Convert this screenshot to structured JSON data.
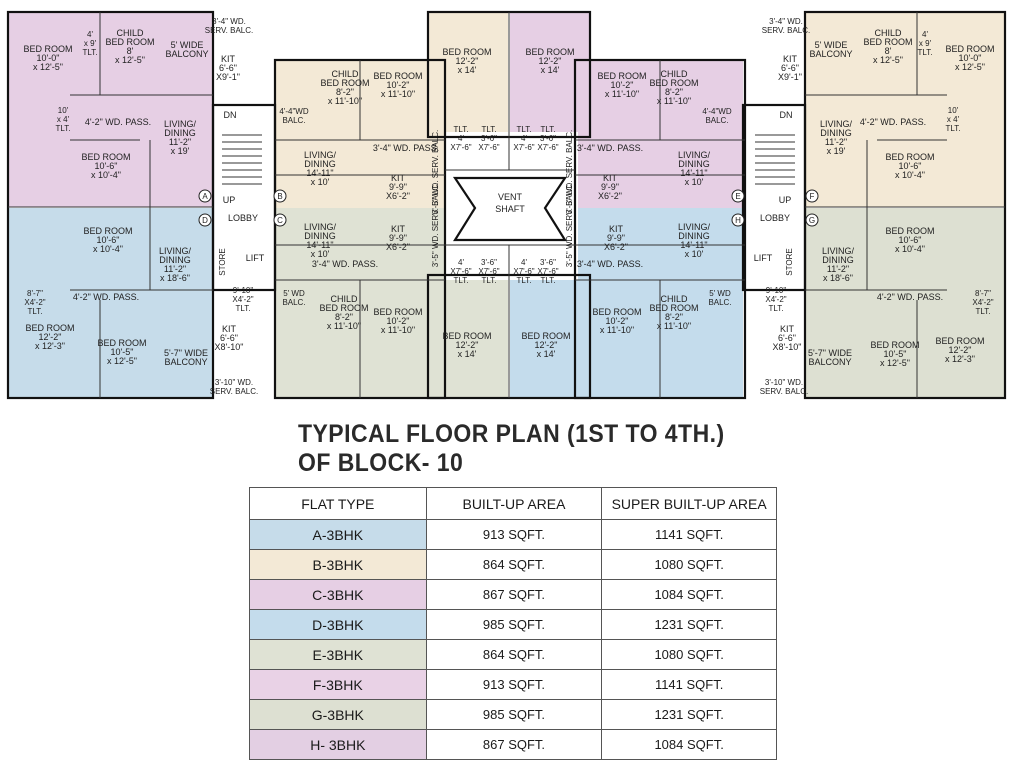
{
  "plan": {
    "colors": {
      "A": "#c6dcea",
      "B": "#f3e9d6",
      "C": "#e6cfe4",
      "D": "#c4dcec",
      "E": "#dfe2d4",
      "F": "#e9d2e6",
      "G": "#dde0d2",
      "H": "#e3cfe3"
    },
    "markers": [
      "A",
      "B",
      "C",
      "D",
      "E",
      "F",
      "G",
      "H"
    ],
    "central": {
      "vent": "VENT",
      "shaft": "SHAFT",
      "lobby_left": "LOBBY",
      "lobby_right": "LOBBY",
      "up_left_top": "UP",
      "up_right_top": "UP",
      "dn_left": "DN",
      "dn_right": "DN",
      "lift_left": "LIFT",
      "lift_right": "LIFT",
      "store_left": "STORE",
      "store_right": "STORE"
    },
    "rooms": {
      "tl_bed": [
        "BED ROOM",
        "10'-0\"",
        "x 12'-5\""
      ],
      "tl_child": [
        "CHILD",
        "BED ROOM",
        "8'",
        "x 12'-5\""
      ],
      "tl_tlt1": [
        "4'",
        "x 9'",
        "TLT."
      ],
      "tl_balcony": [
        "5' WIDE",
        "BALCONY"
      ],
      "tl_serv": [
        "3'-4\" WD.",
        "SERV. BALC."
      ],
      "tl_kit": [
        "KIT",
        "6'-6\"",
        "X9'-1\""
      ],
      "tl_tlt2": [
        "10'",
        "x 4'",
        "TLT."
      ],
      "tl_pass": "4'-2\" WD. PASS.",
      "tl_living": [
        "LIVING/",
        "DINING",
        "11'-2\"",
        "x 19'"
      ],
      "tl_bed2": [
        "BED ROOM",
        "10'-6\"",
        "x 10'-4\""
      ],
      "tr_bed": [
        "BED ROOM",
        "10'-0\"",
        "x 12'-5\""
      ],
      "tr_child": [
        "CHILD",
        "BED ROOM",
        "8'",
        "x 12'-5\""
      ],
      "tr_tlt1": [
        "4'",
        "x 9'",
        "TLT."
      ],
      "tr_balcony": [
        "5' WIDE",
        "BALCONY"
      ],
      "tr_serv": [
        "3'-4\" WD.",
        "SERV. BALC."
      ],
      "tr_kit": [
        "KIT",
        "6'-6\"",
        "X9'-1\""
      ],
      "tr_tlt2": [
        "10'",
        "x 4'",
        "TLT."
      ],
      "tr_pass": "4'-2\" WD. PASS.",
      "tr_living": [
        "LIVING/",
        "DINING",
        "11'-2\"",
        "x 19'"
      ],
      "tr_bed2": [
        "BED ROOM",
        "10'-6\"",
        "x 10'-4\""
      ],
      "bl_bed": [
        "BED ROOM",
        "10'-6\"",
        "x 10'-4\""
      ],
      "bl_living": [
        "LIVING/",
        "DINING",
        "11'-2\"",
        "x 18'-6\""
      ],
      "bl_pass": "4'-2\" WD. PASS.",
      "bl_tlt1": [
        "8'-7\"",
        "X4'-2\"",
        "TLT."
      ],
      "bl_bed2": [
        "BED ROOM",
        "12'-2\"",
        "x 12'-3\""
      ],
      "bl_bed3": [
        "BED ROOM",
        "10'-5\"",
        "x 12'-5\""
      ],
      "bl_balcony": [
        "5'-7\" WIDE",
        "BALCONY"
      ],
      "bl_tlt2": [
        "9'-10\"",
        "X4'-2\"",
        "TLT."
      ],
      "bl_kit": [
        "KIT",
        "6'-6\"",
        "X8'-10\""
      ],
      "bl_serv": [
        "3'-10\" WD.",
        "SERV. BALC."
      ],
      "br_bed": [
        "BED ROOM",
        "10'-6\"",
        "x 10'-4\""
      ],
      "br_living": [
        "LIVING/",
        "DINING",
        "11'-2\"",
        "x 18'-6\""
      ],
      "br_pass": "4'-2\" WD. PASS.",
      "br_tlt1": [
        "8'-7\"",
        "X4'-2\"",
        "TLT."
      ],
      "br_bed2": [
        "BED ROOM",
        "12'-2\"",
        "x 12'-3\""
      ],
      "br_bed3": [
        "BED ROOM",
        "10'-5\"",
        "x 12'-5\""
      ],
      "br_balcony": [
        "5'-7\" WIDE",
        "BALCONY"
      ],
      "br_tlt2": [
        "9'-10\"",
        "X4'-2\"",
        "TLT."
      ],
      "br_kit": [
        "KIT",
        "6'-6\"",
        "X8'-10\""
      ],
      "br_serv": [
        "3'-10\" WD.",
        "SERV. BALC."
      ],
      "ml_child": [
        "CHILD",
        "BED ROOM",
        "8'-2\"",
        "x 11'-10\""
      ],
      "ml_bed": [
        "BED ROOM",
        "10'-2\"",
        "x 11'-10\""
      ],
      "ml_bedtop": [
        "BED ROOM",
        "12'-2\"",
        "x 14'"
      ],
      "ml_balc": [
        "4'-4\"WD",
        "BALC."
      ],
      "ml_living": [
        "LIVING/",
        "DINING",
        "14'-11\"",
        "x 10'"
      ],
      "ml_pass": "3'-4\" WD. PASS.",
      "ml_kit": [
        "KIT",
        "9'-9\"",
        "X6'-2\""
      ],
      "ml_tlt_a": [
        "TLT.",
        "4'",
        "X7'-6\""
      ],
      "ml_tlt_b": [
        "TLT.",
        "3'-6\"",
        "X7'-6\""
      ],
      "ml_serv": "3'-5\" WD. SERV. BALC.",
      "ml_living_b": [
        "LIVING/",
        "DINING",
        "14'-11\"",
        "x 10'"
      ],
      "ml_kit_b": [
        "KIT",
        "9'-9\"",
        "X6'-2\""
      ],
      "ml_pass_b": "3'-4\" WD. PASS.",
      "ml_child_b": [
        "CHILD",
        "BED ROOM",
        "8'-2\"",
        "x 11'-10\""
      ],
      "ml_bed_b": [
        "BED ROOM",
        "10'-2\"",
        "x 11'-10\""
      ],
      "ml_bedbot": [
        "BED ROOM",
        "12'-2\"",
        "x 14'"
      ],
      "ml_balc_b": [
        "5' WD",
        "BALC."
      ],
      "ml_tlt_c": [
        "4'",
        "X7'-6\"",
        "TLT."
      ],
      "ml_tlt_d": [
        "3'-6\"",
        "X7'-6\"",
        "TLT."
      ],
      "ml_serv_b": "3'-5\" WD. SERV. BALC.",
      "mr_child": [
        "CHILD",
        "BED ROOM",
        "8'-2\"",
        "x 11'-10\""
      ],
      "mr_bed": [
        "BED ROOM",
        "10'-2\"",
        "x 11'-10\""
      ],
      "mr_bedtop": [
        "BED ROOM",
        "12'-2\"",
        "x 14'"
      ],
      "mr_balc": [
        "4'-4\"WD",
        "BALC."
      ],
      "mr_living": [
        "LIVING/",
        "DINING",
        "14'-11\"",
        "x 10'"
      ],
      "mr_pass": "3'-4\" WD. PASS.",
      "mr_kit": [
        "KIT",
        "9'-9\"",
        "X6'-2\""
      ],
      "mr_tlt_a": [
        "TLT.",
        "4'",
        "X7'-6\""
      ],
      "mr_tlt_b": [
        "TLT.",
        "3'-6\"",
        "X7'-6\""
      ],
      "mr_serv": "3'-5\" WD. SERV. BALC.",
      "mr_living_b": [
        "LIVING/",
        "DINING",
        "14'-11\"",
        "x 10'"
      ],
      "mr_kit_b": [
        "KIT",
        "9'-9\"",
        "X6'-2\""
      ],
      "mr_pass_b": "3'-4\" WD. PASS.",
      "mr_child_b": [
        "CHILD",
        "BED ROOM",
        "8'-2\"",
        "x 11'-10\""
      ],
      "mr_bed_b": [
        "BED ROOM",
        "10'-2\"",
        "x 11'-10\""
      ],
      "mr_bedbot": [
        "BED ROOM",
        "12'-2\"",
        "x 14'"
      ],
      "mr_balc_b": [
        "5' WD",
        "BALC."
      ],
      "mr_tlt_c": [
        "4'",
        "X7'-6\"",
        "TLT."
      ],
      "mr_tlt_d": [
        "3'-6\"",
        "X7'-6\"",
        "TLT."
      ],
      "mr_serv_b": "3'-5\" WD. SERV. BALC."
    }
  },
  "title": {
    "line1": "TYPICAL FLOOR PLAN (1ST TO 4TH.)",
    "line2": "OF BLOCK- 10"
  },
  "table": {
    "headers": [
      "FLAT TYPE",
      "BUILT-UP AREA",
      "SUPER BUILT-UP AREA"
    ],
    "rows": [
      {
        "type": "A-3BHK",
        "built": "913 SQFT.",
        "super": "1141 SQFT.",
        "color": "#c6dcea"
      },
      {
        "type": "B-3BHK",
        "built": "864 SQFT.",
        "super": "1080 SQFT.",
        "color": "#f3e9d6"
      },
      {
        "type": "C-3BHK",
        "built": "867 SQFT.",
        "super": "1084 SQFT.",
        "color": "#e6cfe4"
      },
      {
        "type": "D-3BHK",
        "built": "985 SQFT.",
        "super": "1231 SQFT.",
        "color": "#c4dcec"
      },
      {
        "type": "E-3BHK",
        "built": "864 SQFT.",
        "super": "1080 SQFT.",
        "color": "#dfe2d4"
      },
      {
        "type": "F-3BHK",
        "built": "913 SQFT.",
        "super": "1141 SQFT.",
        "color": "#e9d2e6"
      },
      {
        "type": "G-3BHK",
        "built": "985 SQFT.",
        "super": "1231 SQFT.",
        "color": "#dde0d2"
      },
      {
        "type": "H- 3BHK",
        "built": "867 SQFT.",
        "super": "1084 SQFT.",
        "color": "#e3cfe3"
      }
    ]
  }
}
